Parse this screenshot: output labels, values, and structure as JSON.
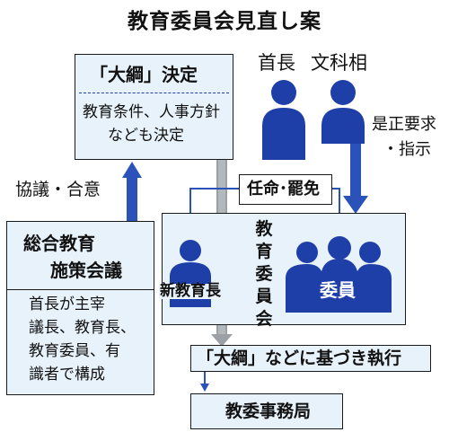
{
  "title": "教育委員会見直し案",
  "taiko_box": {
    "heading": "「大綱」決定",
    "body_line1": "教育条件、人事方針",
    "body_line2": "なども決定"
  },
  "kyogi_label": "協議・合意",
  "sogo_box": {
    "heading_line1": "総合教育",
    "heading_line2": "施策会議",
    "body_lines": [
      "首長が主宰",
      "議長、教育長、",
      "教育委員、有",
      "識者で構成"
    ]
  },
  "actors": {
    "shucho": "首長",
    "monkasho": "文科相"
  },
  "zesei_label_line1": "是正要求",
  "zesei_label_line2": "・指示",
  "ninmei_label": "任命･罷免",
  "board_vertical_label": "教育委員会",
  "shin_kyoikucho": "新教育長",
  "iin": "委員",
  "shikko_box": "「大綱」などに基づき執行",
  "jimukyoku_box": "教委事務局",
  "colors": {
    "blue": "#1e3fa8",
    "arrow_blue": "#2a52b8",
    "box_fill": "#e8f2fb",
    "border": "#1a1a1a"
  }
}
